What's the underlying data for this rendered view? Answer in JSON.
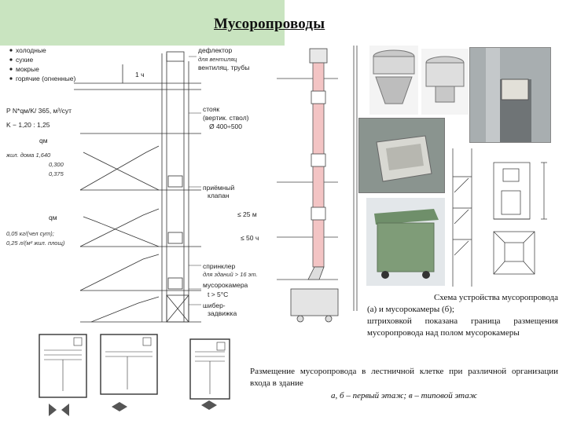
{
  "title": "Мусоропроводы",
  "legend": {
    "items": [
      "холодные",
      "сухие",
      "мокрые",
      "горячие (огненные)"
    ]
  },
  "formulas": {
    "p": "P   N*qм/K/ 365, м³/сут",
    "k": "K − 1,20 : 1,25",
    "qm": "qм",
    "density_head": "жил. дома 1,640",
    "density_1": "0,300",
    "density_2": "0,375",
    "qm2": "qм",
    "norm_1": "0,05 кг/(чел сут);",
    "norm_2": "0,25 л/(м² жил. площ)"
  },
  "left_labels": {
    "deflector": "дефлектор",
    "deflector_2": "для вентиляц",
    "deflector_3": "вентиляц. трубы",
    "stack": "стояк",
    "stack_2": "(вертик. ствол)",
    "stack_3": "Ø 400÷500",
    "intake": "приёмный",
    "intake_2": "клапан",
    "sprinkler": "спринклер",
    "sprinkler_2": "для зданий > 16 эт.",
    "chamber": "мусорокамера",
    "chamber_2": "t > 5°C",
    "gate": "шибер-",
    "gate_2": "задвижка",
    "h1": "1 ч",
    "h25": "≤ 25 м",
    "h50": "≤ 50 ч"
  },
  "right_caption": {
    "line1": "Схема устройства мусоропровода",
    "line2": "(а) и мусорокамеры (б);",
    "line3": "штриховкой показана граница размещения мусоропровода над полом мусорокамеры"
  },
  "bottom_caption": {
    "line1": "Размещение мусоропровода в лестничной клетке при различной организации входа в здание",
    "line2": "а, б – первый этаж; в – типовой этаж"
  }
}
